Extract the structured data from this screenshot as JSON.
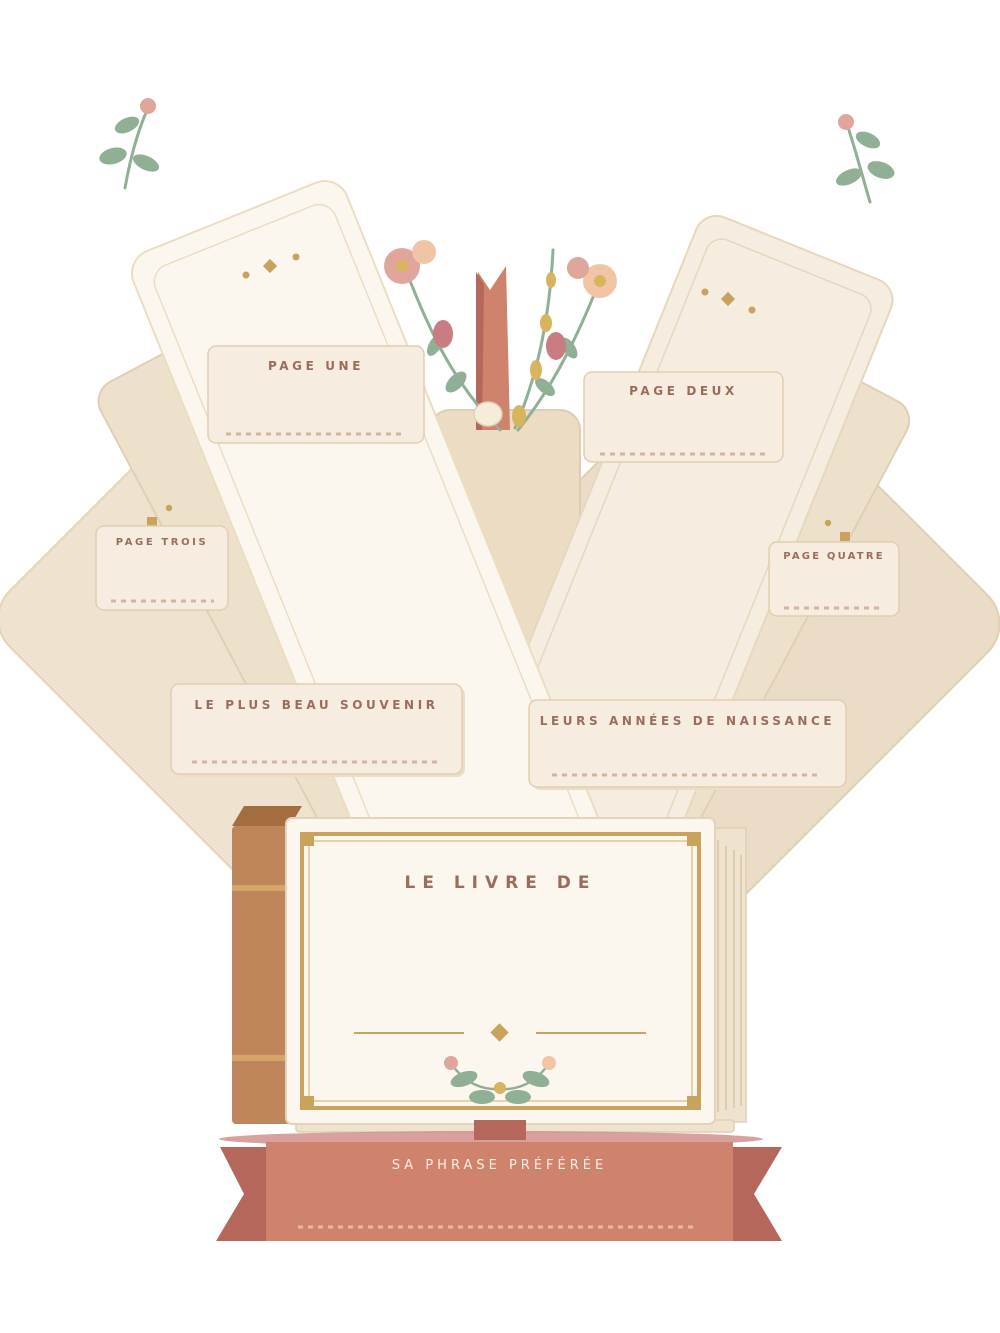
{
  "colors": {
    "card_outer": "#efe3cf",
    "card_inner": "#f7efe3",
    "card_front": "#fcf7ee",
    "label_fill": "#f7ece0",
    "label_stroke": "#e2ceb0",
    "text_primary": "#9a6d5b",
    "gold": "#c9a25c",
    "sage": "#8fb094",
    "blush": "#e0a69c",
    "peach": "#f2c4a6",
    "rose": "#c97d82",
    "terracotta": "#cf826c",
    "ribbon_dark": "#b5675c",
    "book_spine": "#c0865b",
    "book_spine_top": "#a46d3f"
  },
  "labels": {
    "page_one": "PAGE UNE",
    "page_two": "PAGE DEUX",
    "page_three": "PAGE TROIS",
    "page_four": "PAGE QUATRE",
    "best_memory": "LE PLUS BEAU SOUVENIR",
    "birth_years": "LEURS ANNÉES DE NAISSANCE",
    "book_title": "LE LIVRE DE",
    "favorite_phrase": "SA PHRASE PRÉFÉRÉE"
  },
  "icons": {
    "corner_sprig_left": "flower-sprig-icon",
    "corner_sprig_right": "flower-sprig-icon",
    "bouquet": "flower-bouquet-icon",
    "bookmark": "ribbon-bookmark-icon",
    "diamond": "diamond-ornament-icon"
  }
}
